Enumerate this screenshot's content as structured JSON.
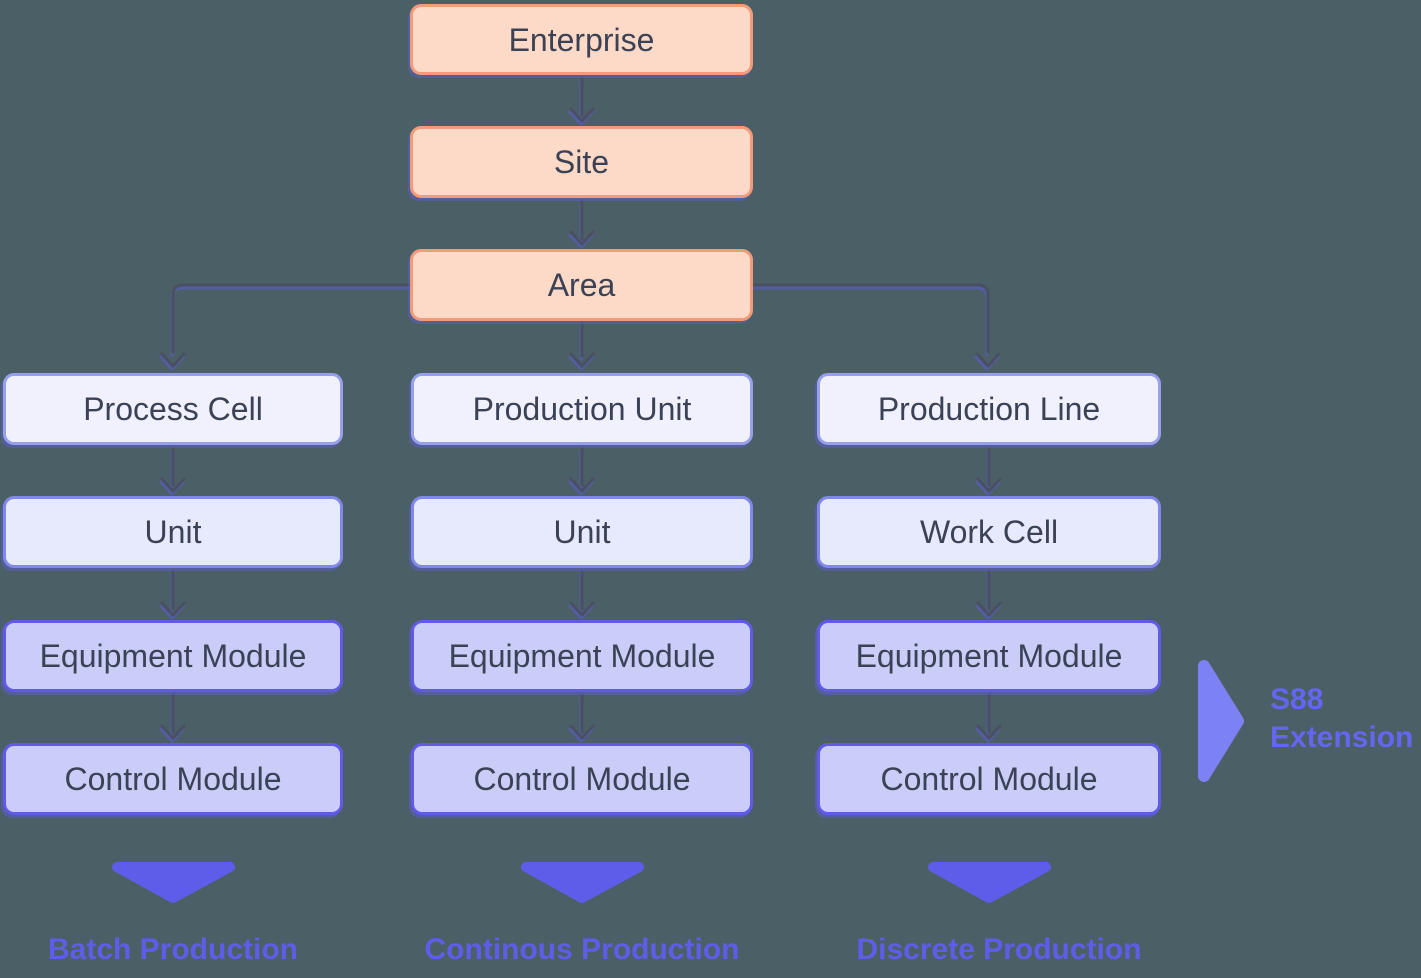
{
  "palette": {
    "background": "#4B6066",
    "orange_fill": "#FDD9C7",
    "orange_border": "#F19B7B",
    "level1_fill": "#F0F1FD",
    "level1_border": "#98A0EC",
    "level2_fill": "#E7E9FC",
    "level2_border": "#8089E9",
    "level3_fill": "#C9CDF8",
    "level3_border": "#6159E8",
    "node_text": "#3B4255",
    "connector": "#4A5063",
    "accent": "#5E5DEA",
    "s88_triangle": "#7C82F3",
    "s88_text": "#6366F0"
  },
  "top_chain": {
    "enterprise": "Enterprise",
    "site": "Site",
    "area": "Area"
  },
  "columns": [
    {
      "levels": [
        "Process Cell",
        "Unit",
        "Equipment Module",
        "Control Module"
      ],
      "production_type": "Batch Production"
    },
    {
      "levels": [
        "Production Unit",
        "Unit",
        "Equipment Module",
        "Control Module"
      ],
      "production_type": "Continous Production"
    },
    {
      "levels": [
        "Production Line",
        "Work Cell",
        "Equipment Module",
        "Control Module"
      ],
      "production_type": "Discrete Production"
    }
  ],
  "annotation": {
    "line1": "S88",
    "line2": "Extension"
  }
}
